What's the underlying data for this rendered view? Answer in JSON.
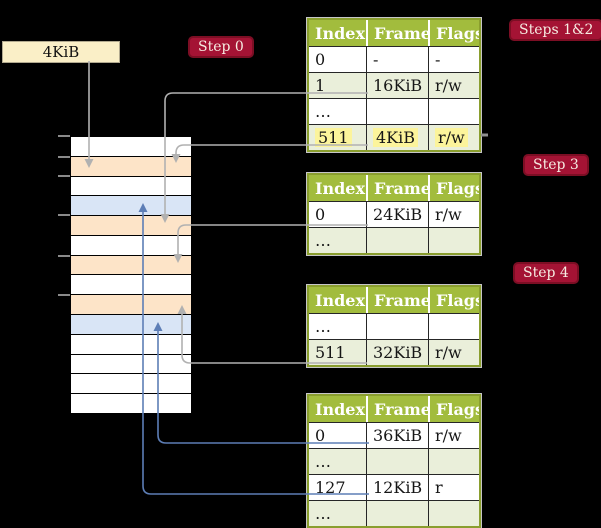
{
  "palette": {
    "background": "#000000",
    "step_label_bg": "#a41334",
    "step_label_border": "#7c0e24",
    "step_label_text": "#f6ece2",
    "table_header_green": "#a2bc3d",
    "table_row_light_green": "#eaefda",
    "table_border_olive": "#8a9e2e",
    "yellow_highlight": "#fcf49b",
    "frame_box_cream": "#faefc7",
    "memory_row_orange": "#fde4c8",
    "memory_row_blue": "#d9e5f6",
    "gray_arrow": "#b1b1b1",
    "blue_arrow": "#5d7eb6"
  },
  "frame_box": {
    "label": "4KiB"
  },
  "step_labels": [
    {
      "id": "step-0",
      "text": "Step 0"
    },
    {
      "id": "steps-1-2",
      "text": "Steps 1&2"
    },
    {
      "id": "step-3",
      "text": "Step 3"
    },
    {
      "id": "step-4",
      "text": "Step 4"
    }
  ],
  "memory": {
    "rows": [
      "white",
      "orange",
      "white",
      "blue",
      "orange",
      "white",
      "orange",
      "white",
      "orange",
      "blue",
      "white",
      "white",
      "white",
      "white"
    ],
    "tick_ys": [
      135,
      156,
      175,
      214,
      255,
      294
    ]
  },
  "tables": [
    {
      "headers": [
        "Index",
        "Frame",
        "Flags"
      ],
      "rows": [
        {
          "cells": [
            "0",
            "-",
            "-"
          ],
          "shade": false,
          "highlight": false
        },
        {
          "cells": [
            "1",
            "16KiB",
            "r/w"
          ],
          "shade": true,
          "highlight": false
        },
        {
          "cells": [
            "…",
            "",
            ""
          ],
          "shade": false,
          "highlight": false
        },
        {
          "cells": [
            "511",
            "4KiB",
            "r/w"
          ],
          "shade": true,
          "highlight": true
        }
      ]
    },
    {
      "headers": [
        "Index",
        "Frame",
        "Flags"
      ],
      "rows": [
        {
          "cells": [
            "0",
            "24KiB",
            "r/w"
          ],
          "shade": false,
          "highlight": false
        },
        {
          "cells": [
            "…",
            "",
            ""
          ],
          "shade": true,
          "highlight": false
        }
      ]
    },
    {
      "headers": [
        "Index",
        "Frame",
        "Flags"
      ],
      "rows": [
        {
          "cells": [
            "…",
            "",
            ""
          ],
          "shade": false,
          "highlight": false
        },
        {
          "cells": [
            "511",
            "32KiB",
            "r/w"
          ],
          "shade": true,
          "highlight": false
        }
      ]
    },
    {
      "headers": [
        "Index",
        "Frame",
        "Flags"
      ],
      "rows": [
        {
          "cells": [
            "0",
            "36KiB",
            "r/w"
          ],
          "shade": false,
          "highlight": false
        },
        {
          "cells": [
            "…",
            "",
            ""
          ],
          "shade": true,
          "highlight": false
        },
        {
          "cells": [
            "127",
            "12KiB",
            "r"
          ],
          "shade": false,
          "highlight": false
        },
        {
          "cells": [
            "…",
            "",
            ""
          ],
          "shade": true,
          "highlight": false
        }
      ]
    }
  ],
  "arrows": [
    {
      "color": "gray",
      "from": "frame-box-4KiB",
      "to": "memory-row-2"
    },
    {
      "color": "gray",
      "from": "table-1-entry-1",
      "to": "memory-row-5"
    },
    {
      "color": "gray",
      "from": "table-1-entry-511",
      "to": "memory-row-2"
    },
    {
      "color": "gray",
      "from": "table-2-entry-0",
      "to": "memory-row-7"
    },
    {
      "color": "gray",
      "from": "table-3-entry-511",
      "to": "memory-row-9"
    },
    {
      "color": "blue",
      "from": "table-4-entry-0",
      "to": "memory-row-10"
    },
    {
      "color": "blue",
      "from": "table-4-entry-127",
      "to": "memory-row-4"
    }
  ]
}
